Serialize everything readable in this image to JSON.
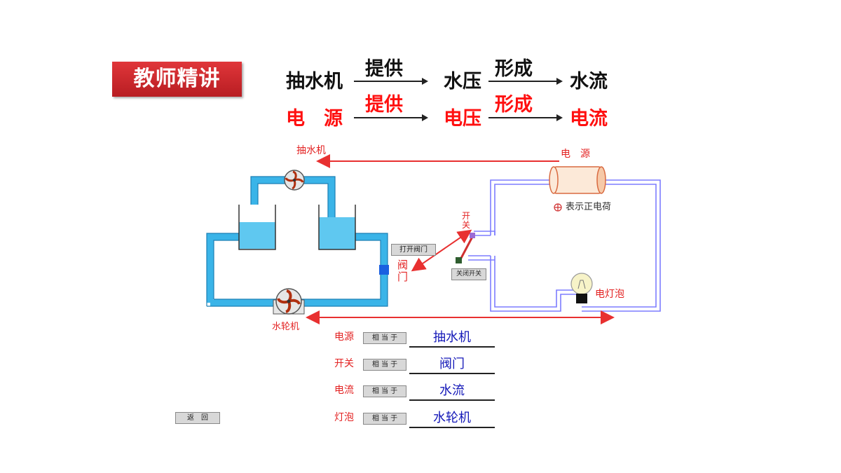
{
  "header": {
    "badge": "教师精讲"
  },
  "analogy": {
    "row1": {
      "a": "抽水机",
      "v1": "提供",
      "b": "水压",
      "v2": "形成",
      "c": "水流"
    },
    "row2": {
      "a": "电　源",
      "v1": "提供",
      "b": "电压",
      "v2": "形成",
      "c": "电流"
    }
  },
  "diagram": {
    "pump_label": "抽水机",
    "source_label": "电　源",
    "charge_legend": "表示正电荷",
    "switch_label": "开\n关",
    "valve_label": "阀\n门",
    "open_valve_button": "打开阀门",
    "close_switch_button": "关闭开关",
    "bulb_label": "电灯泡",
    "turbine_label": "水轮机",
    "colors": {
      "water": "#3ab4e8",
      "water_fill": "#5fc8f0",
      "wire": "#7d7dff",
      "arrow": "#e83030"
    }
  },
  "matches": [
    {
      "left": "电源",
      "button": "相 当 于",
      "answer": "抽水机"
    },
    {
      "left": "开关",
      "button": "相 当 于",
      "answer": "阀门"
    },
    {
      "left": "电流",
      "button": "相 当 于",
      "answer": "水流"
    },
    {
      "left": "灯泡",
      "button": "相 当 于",
      "answer": "水轮机"
    }
  ],
  "back_button": "返　回"
}
